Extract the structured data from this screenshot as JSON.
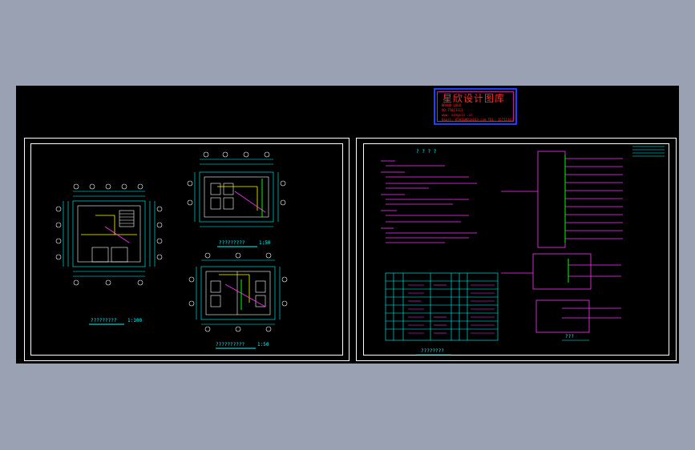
{
  "watermark": {
    "title": "星欣设计图库",
    "line1": "BRAND LOGO",
    "line2": "QQ:75011111",
    "line3": "www. xingxin .cn",
    "line4": "Email: 65016001@163.com  TEL: 15711111"
  },
  "left_sheet": {
    "plan_main_title": "?????????",
    "plan_main_scale": "1:100",
    "plan_top_title": "?????????",
    "plan_top_scale": "1:50",
    "plan_bottom_title": "??????????",
    "plan_bottom_scale": "1:50"
  },
  "right_sheet": {
    "notes_title": "? ? ? ?",
    "table_title": "????????",
    "system_title": "???"
  },
  "colors": {
    "frame": "#ffffff",
    "annotation": "#00ffff",
    "wiring": "#ff33ff",
    "accent": "#ffff00",
    "background": "#000000",
    "workspace": "#99a1b3"
  }
}
